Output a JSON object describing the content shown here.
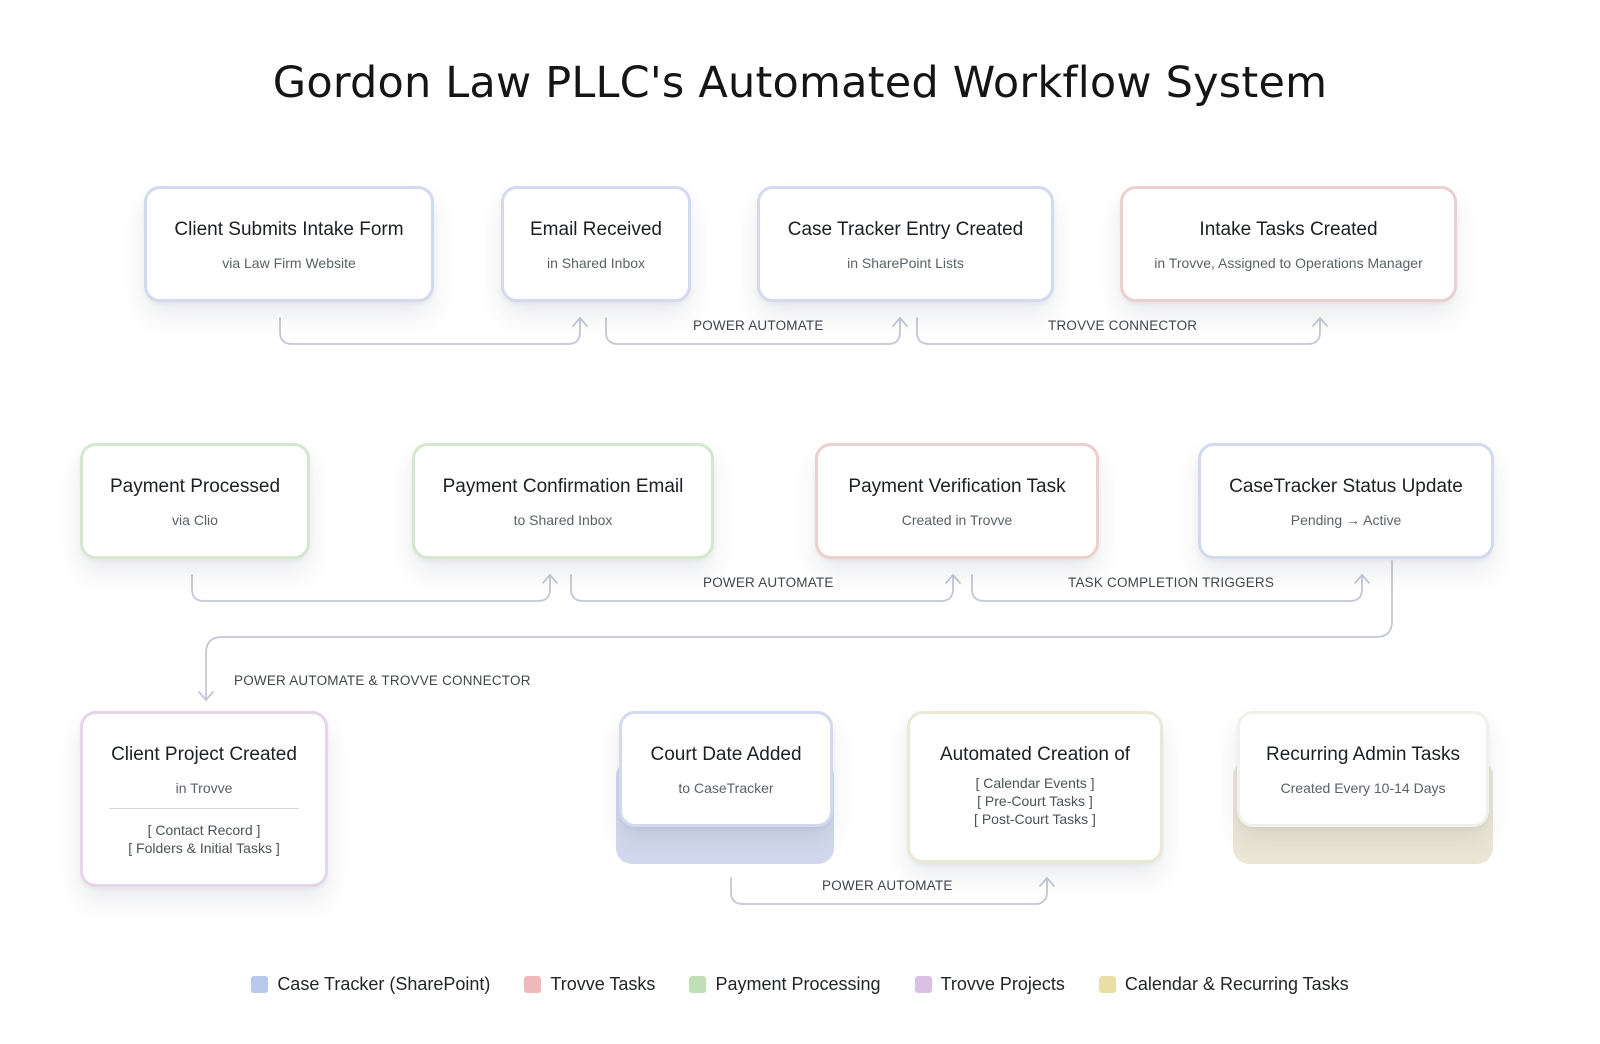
{
  "title": "Gordon Law PLLC's Automated Workflow System",
  "nodes": {
    "intake_form": {
      "title": "Client Submits Intake Form",
      "subtitle": "via Law Firm Website"
    },
    "email_received": {
      "title": "Email Received",
      "subtitle": "in Shared Inbox"
    },
    "case_tracker_entry": {
      "title": "Case Tracker Entry Created",
      "subtitle": "in SharePoint Lists"
    },
    "intake_tasks": {
      "title": "Intake Tasks Created",
      "subtitle": "in Trovve, Assigned to Operations Manager"
    },
    "payment_processed": {
      "title": "Payment Processed",
      "subtitle": "via Clio"
    },
    "payment_email": {
      "title": "Payment Confirmation Email",
      "subtitle": "to Shared Inbox"
    },
    "payment_verification": {
      "title": "Payment Verification Task",
      "subtitle": "Created in Trovve"
    },
    "status_update": {
      "title": "CaseTracker Status Update",
      "subtitle": "Pending → Active"
    },
    "client_project": {
      "title": "Client Project Created",
      "subtitle": "in Trovve",
      "items": [
        "[ Contact Record ]",
        "[ Folders & Initial Tasks ]"
      ]
    },
    "court_date": {
      "title": "Court Date Added",
      "subtitle": "to CaseTracker"
    },
    "automated_creation": {
      "title": "Automated Creation of",
      "items": [
        "[ Calendar Events ]",
        "[ Pre-Court Tasks ]",
        "[ Post-Court Tasks ]"
      ]
    },
    "recurring_admin": {
      "title": "Recurring Admin Tasks",
      "subtitle": "Created Every 10-14 Days"
    }
  },
  "connectors": {
    "row1_a": "POWER AUTOMATE",
    "row1_b": "TROVVE CONNECTOR",
    "row2_a": "POWER AUTOMATE",
    "row2_b": "TASK COMPLETION TRIGGERS",
    "row_transition": "POWER AUTOMATE & TROVVE CONNECTOR",
    "row3": "POWER AUTOMATE"
  },
  "legend": [
    {
      "label": "Case Tracker (SharePoint)",
      "color": "#b8c7ee"
    },
    {
      "label": "Trovve Tasks",
      "color": "#efb9b9"
    },
    {
      "label": "Payment Processing",
      "color": "#bfe0b4"
    },
    {
      "label": "Trovve Projects",
      "color": "#d9c1e3"
    },
    {
      "label": "Calendar & Recurring Tasks",
      "color": "#e8dfa6"
    }
  ],
  "colors": {
    "blue": "#d3d9ee",
    "red": "#eccfcf",
    "green": "#d5e7cf",
    "purple": "#e4d5e9",
    "beige": "#ebe8d7",
    "connector": "#c4c9d6"
  }
}
